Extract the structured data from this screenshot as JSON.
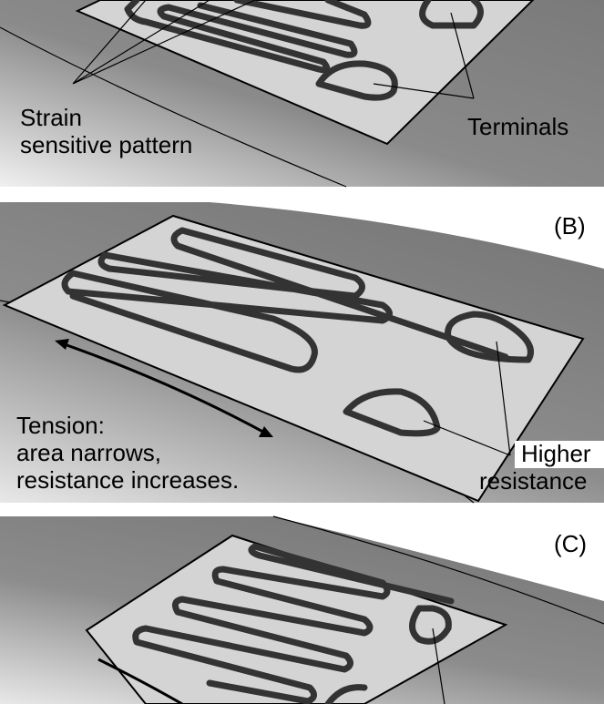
{
  "panel_a": {
    "label_pattern_line1": "Strain",
    "label_pattern_line2": "sensitive pattern",
    "label_terminals": "Terminals"
  },
  "panel_b": {
    "panel_label": "(B)",
    "tension_line1": "Tension:",
    "tension_line2": "area narrows,",
    "tension_line3": "resistance increases.",
    "higher_line1": "Higher",
    "higher_line2": "resistance"
  },
  "panel_c": {
    "panel_label": "(C)"
  }
}
